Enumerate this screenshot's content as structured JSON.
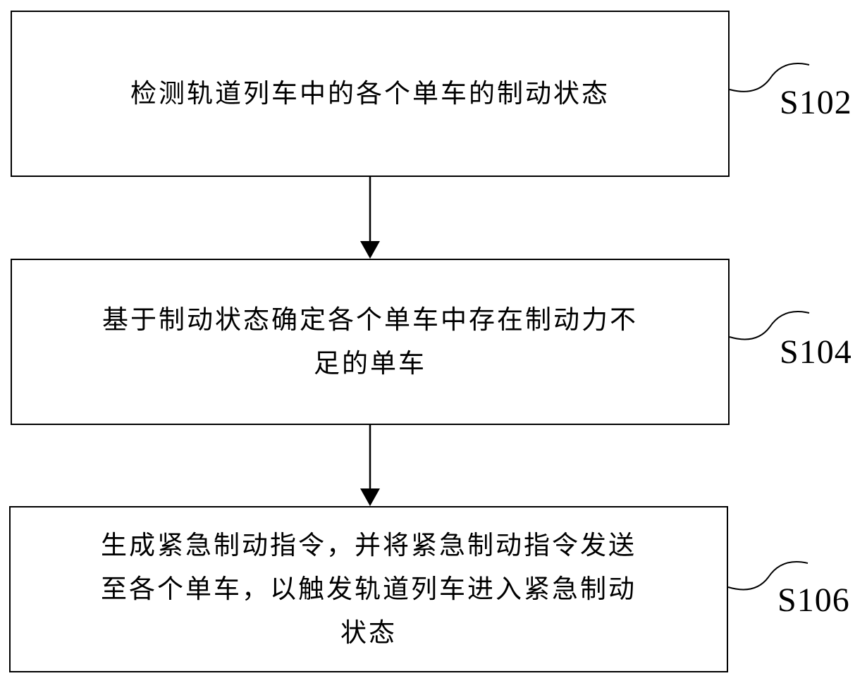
{
  "steps": [
    {
      "id": "S102",
      "text": "检测轨道列车中的各个单车的制动状态"
    },
    {
      "id": "S104",
      "text": "基于制动状态确定各个单车中存在制动力不\n足的单车"
    },
    {
      "id": "S106",
      "text": "生成紧急制动指令，并将紧急制动指令发送\n至各个单车，以触发轨道列车进入紧急制动\n状态"
    }
  ],
  "colors": {
    "stroke": "#000000",
    "background": "#ffffff"
  }
}
